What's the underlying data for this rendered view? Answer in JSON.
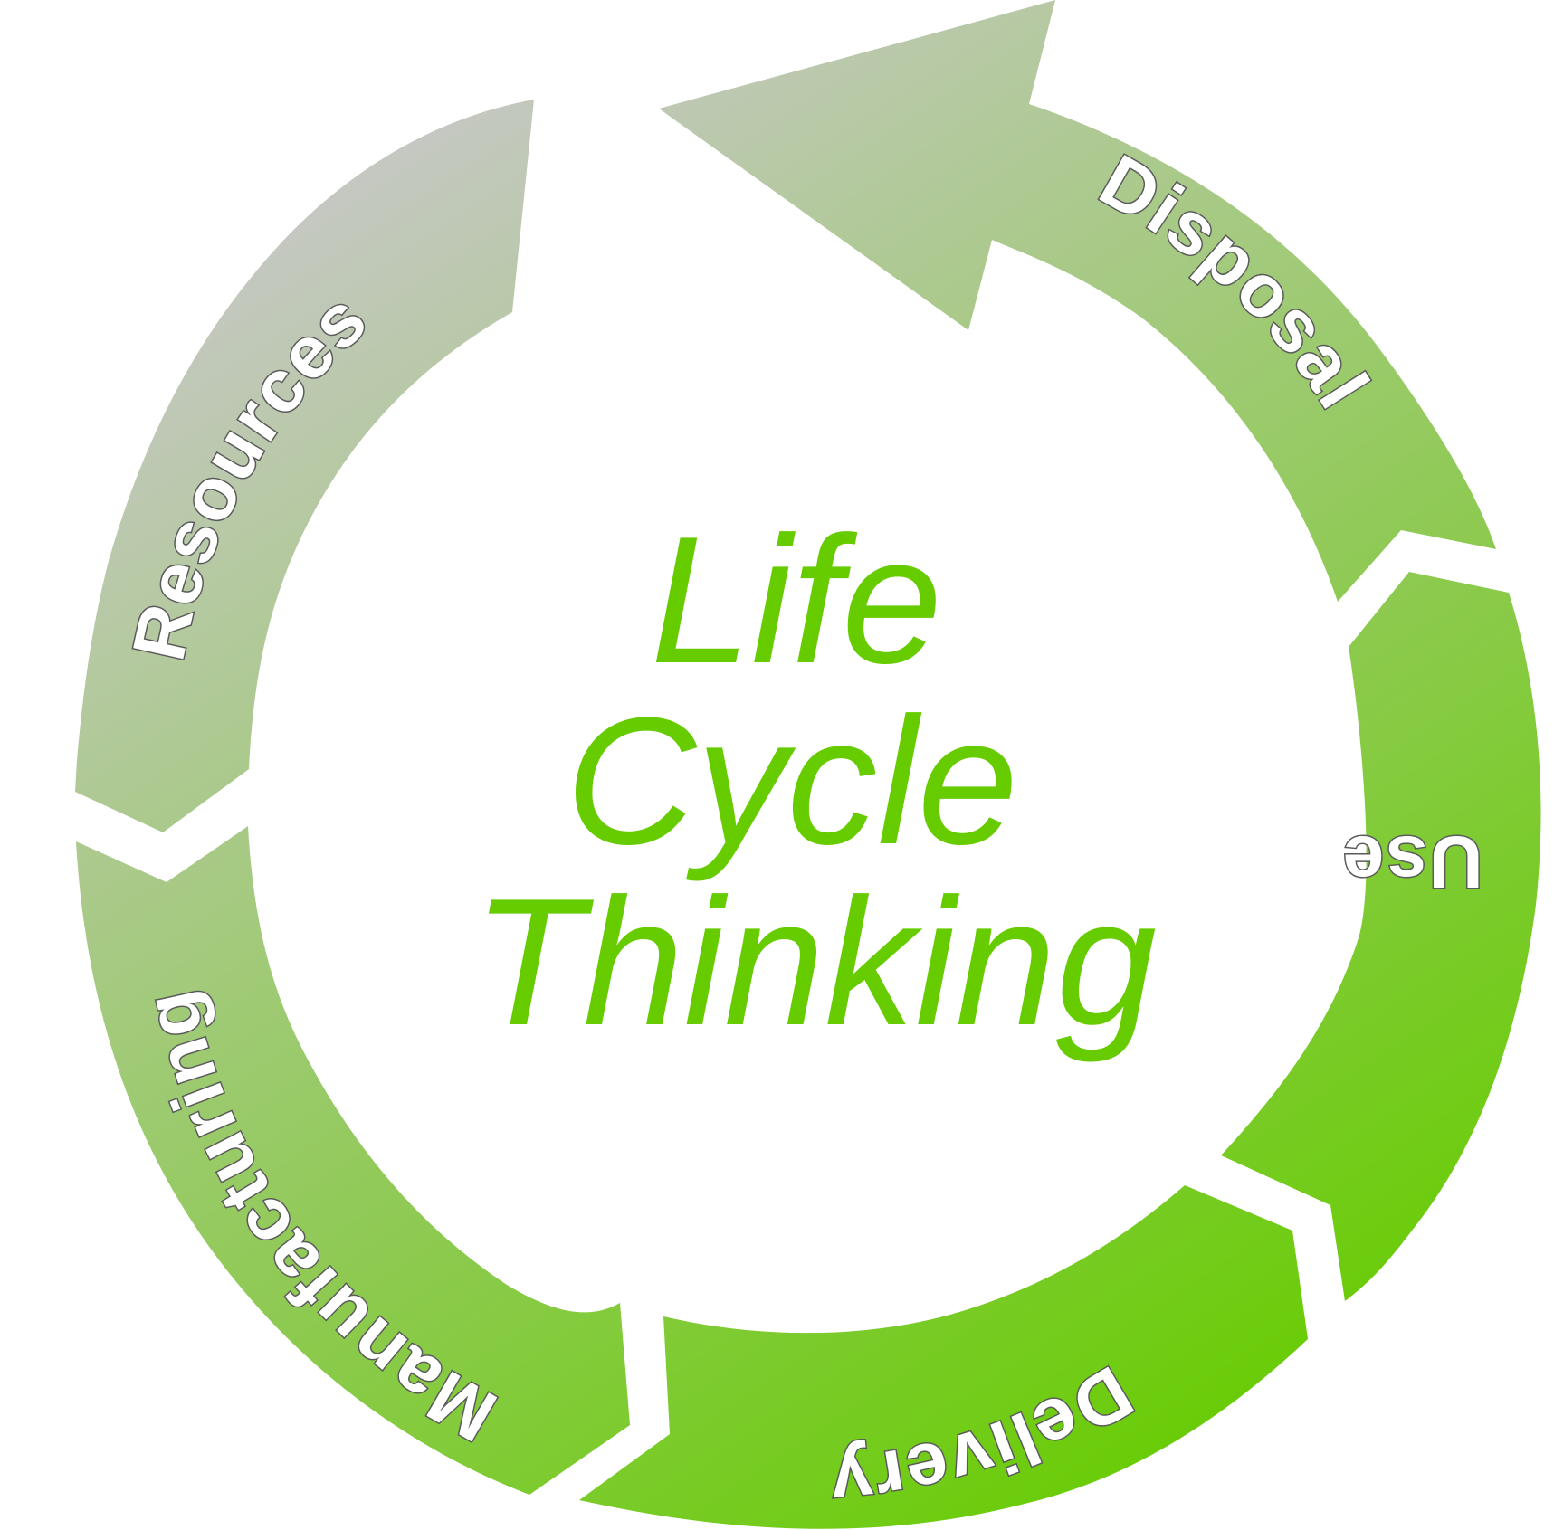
{
  "diagram": {
    "title_lines": [
      "Life",
      "Cycle",
      "Thinking"
    ],
    "stages": [
      {
        "id": "resources",
        "label": "Resources"
      },
      {
        "id": "disposal",
        "label": "Disposal"
      },
      {
        "id": "use",
        "label": "Use"
      },
      {
        "id": "delivery",
        "label": "Delivery"
      },
      {
        "id": "manufacturing",
        "label": "Manufacturing"
      }
    ],
    "colors": {
      "gradient_start": "#c8c8c8",
      "gradient_end": "#66cc00",
      "title": "#66cc00",
      "label_fill": "#ffffff",
      "label_outline": "#5a5a5a"
    }
  }
}
